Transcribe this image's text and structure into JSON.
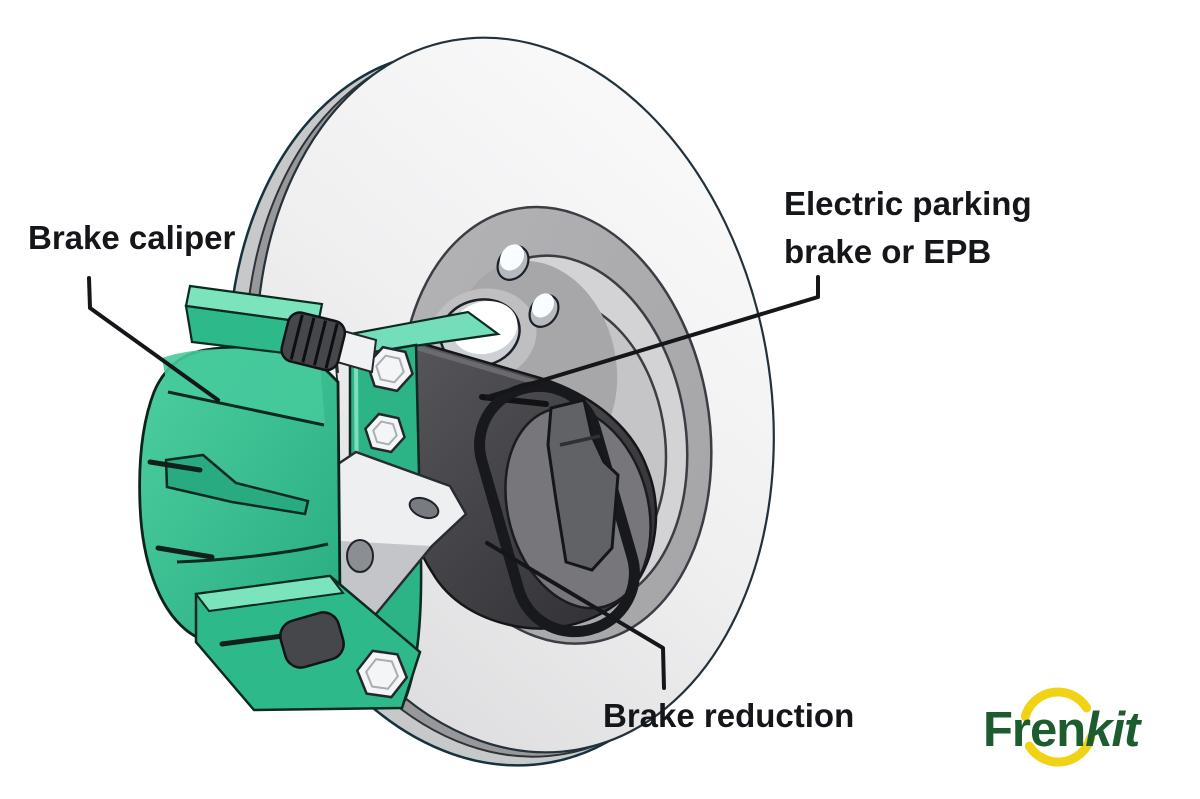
{
  "canvas": {
    "background": "#ffffff"
  },
  "labels": {
    "brake_caliper": "Brake caliper",
    "epb_line1": "Electric parking",
    "epb_line2": "brake or EPB",
    "brake_reduction": "Brake reduction"
  },
  "logo": {
    "word_main": "Fren",
    "word_accent": "kit",
    "green": "#1d5c2e",
    "yellow": "#f2d214"
  },
  "colors": {
    "caliper_green": "#31bc8d",
    "caliper_green_light": "#7ce4bd",
    "actuator_dark": "#45454a",
    "actuator_cap": "#76767b",
    "disc_face": "#ededee",
    "disc_band": "#98989b",
    "hub_gray": "#c5c5c8",
    "annotation_black": "#14161a"
  }
}
